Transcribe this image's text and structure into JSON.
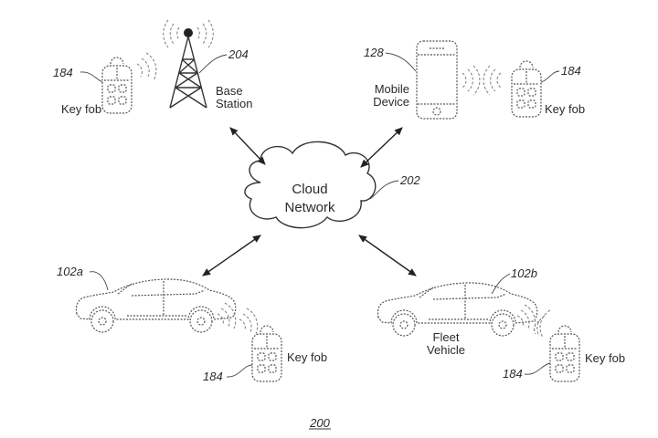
{
  "figure_number": "200",
  "nodes": {
    "cloud": {
      "label_line1": "Cloud",
      "label_line2": "Network",
      "ref": "202"
    },
    "base_station": {
      "label_line1": "Base",
      "label_line2": "Station",
      "ref": "204"
    },
    "mobile_device": {
      "label_line1": "Mobile",
      "label_line2": "Device",
      "ref": "128"
    },
    "vehicle_a": {
      "ref": "102a"
    },
    "vehicle_b": {
      "label_line1": "Fleet",
      "label_line2": "Vehicle",
      "ref": "102b"
    },
    "key_fob_top_left": {
      "label": "Key fob",
      "ref": "184"
    },
    "key_fob_top_right": {
      "label": "Key fob",
      "ref": "184"
    },
    "key_fob_bottom_left": {
      "label": "Key fob",
      "ref": "184"
    },
    "key_fob_bottom_right": {
      "label": "Key fob",
      "ref": "184"
    }
  },
  "connections": [
    {
      "from": "base_station",
      "to": "cloud",
      "type": "bidirectional"
    },
    {
      "from": "mobile_device",
      "to": "cloud",
      "type": "bidirectional"
    },
    {
      "from": "vehicle_a",
      "to": "cloud",
      "type": "bidirectional"
    },
    {
      "from": "vehicle_b",
      "to": "cloud",
      "type": "bidirectional"
    }
  ]
}
